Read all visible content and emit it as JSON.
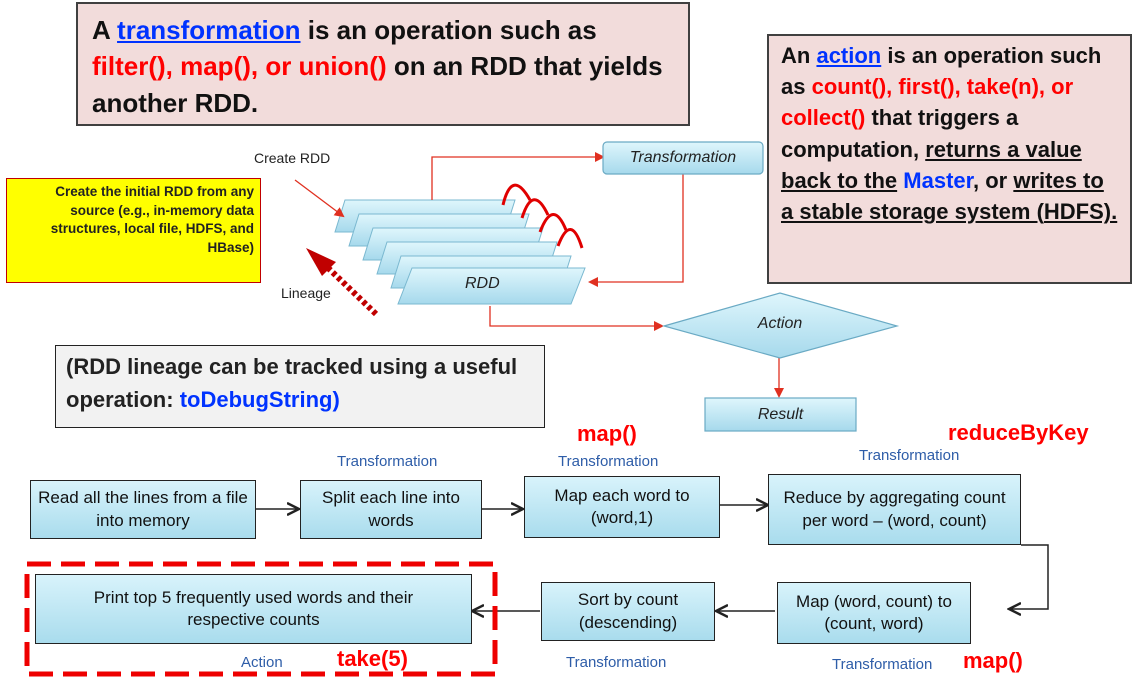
{
  "top_box": {
    "prefix": "A",
    "term": "transformation",
    "middle": "is an operation such as",
    "ops": "filter(), map(), or union()",
    "suffix": "on an RDD that yields another RDD."
  },
  "right_box": {
    "prefix": "An",
    "term": "action",
    "middle": "is an operation such as",
    "ops": "count(), first(), take(n), or collect()",
    "that": "that triggers a computation,",
    "returns": "returns a value back to the",
    "master": "Master",
    "or_text": ", or",
    "writes": "writes to a stable storage system (",
    "hdfs": "HDFS).",
    "colors": {
      "accent_red": "#ff0000",
      "accent_blue": "#0033ff"
    }
  },
  "yellow_box": {
    "text": "Create the initial RDD from any source (e.g., in-memory data structures, local file, HDFS, and HBase)"
  },
  "cycle": {
    "create_rdd": "Create RDD",
    "transformation": "Transformation",
    "rdd": "RDD",
    "lineage": "Lineage",
    "action": "Action",
    "result": "Result"
  },
  "lineage_box": {
    "text": "(RDD lineage can be tracked using a useful operation:",
    "op": "toDebugString)"
  },
  "flow": {
    "read": "Read all the lines from a file into memory",
    "split": "Split each line into words",
    "map": "Map each word to (word,1)",
    "reduce": "Reduce by aggregating count per word – (word, count)",
    "map2": "Map (word, count) to (count, word)",
    "sort": "Sort by count (descending)",
    "print": "Print top 5 frequently used words and their respective counts"
  },
  "labels": {
    "transformation": "Transformation",
    "action": "Action",
    "map": "map()",
    "reduceByKey": "reduceByKey",
    "take": "take(5)"
  }
}
